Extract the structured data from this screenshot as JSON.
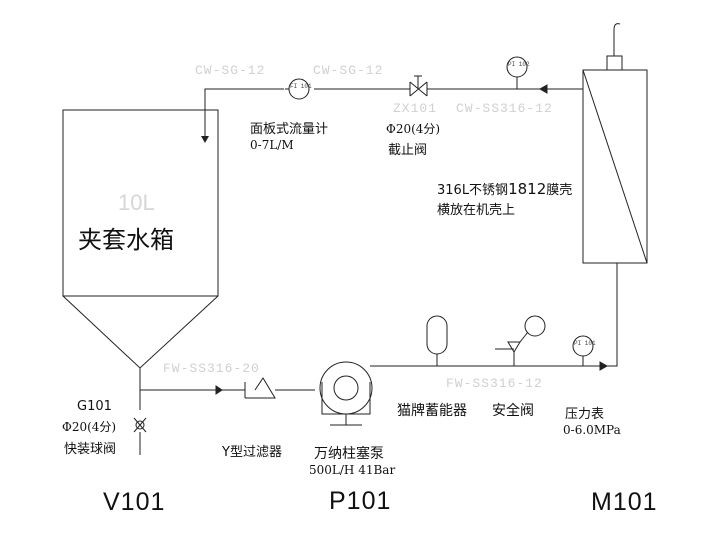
{
  "pipe_labels": {
    "cw_sg_left": "CW-SG-12",
    "cw_sg_right": "CW-SG-12",
    "cw_ss316": "CW-SS316-12",
    "fw_ss316_left": "FW-SS316-20",
    "fw_ss316_right": "FW-SS316-12",
    "zx_tag": "ZX101"
  },
  "instrument_tags": {
    "flow_indicator": "FI 101",
    "pressure_top": "PI 102",
    "pressure_bottom": "PI 101"
  },
  "tank": {
    "capacity": "10L",
    "name": "夹套水箱",
    "tag": "V101"
  },
  "flowmeter": {
    "name": "面板式流量计",
    "range": "0-7L/M"
  },
  "stop_valve": {
    "size": "Φ20(4分)",
    "name": "截止阀"
  },
  "membrane": {
    "line1_prefix": "316L不锈钢",
    "line1_num": "1812",
    "line1_suffix": "膜壳",
    "line2": "横放在机壳上",
    "tag": "M101"
  },
  "ball_valve": {
    "tag": "G101",
    "size": "Φ20(4分)",
    "name": "快装球阀"
  },
  "filter": {
    "name": "Y型过滤器"
  },
  "pump": {
    "name": "万纳柱塞泵",
    "spec": "500L/H 41Bar",
    "tag": "P101"
  },
  "accumulator": {
    "name": "猫牌蓄能器"
  },
  "safety_valve": {
    "name": "安全阀"
  },
  "pressure_gauge": {
    "name": "压力表",
    "range": "0-6.0MPa"
  },
  "colors": {
    "line": "#222222",
    "faint": "#d0d0d0"
  }
}
